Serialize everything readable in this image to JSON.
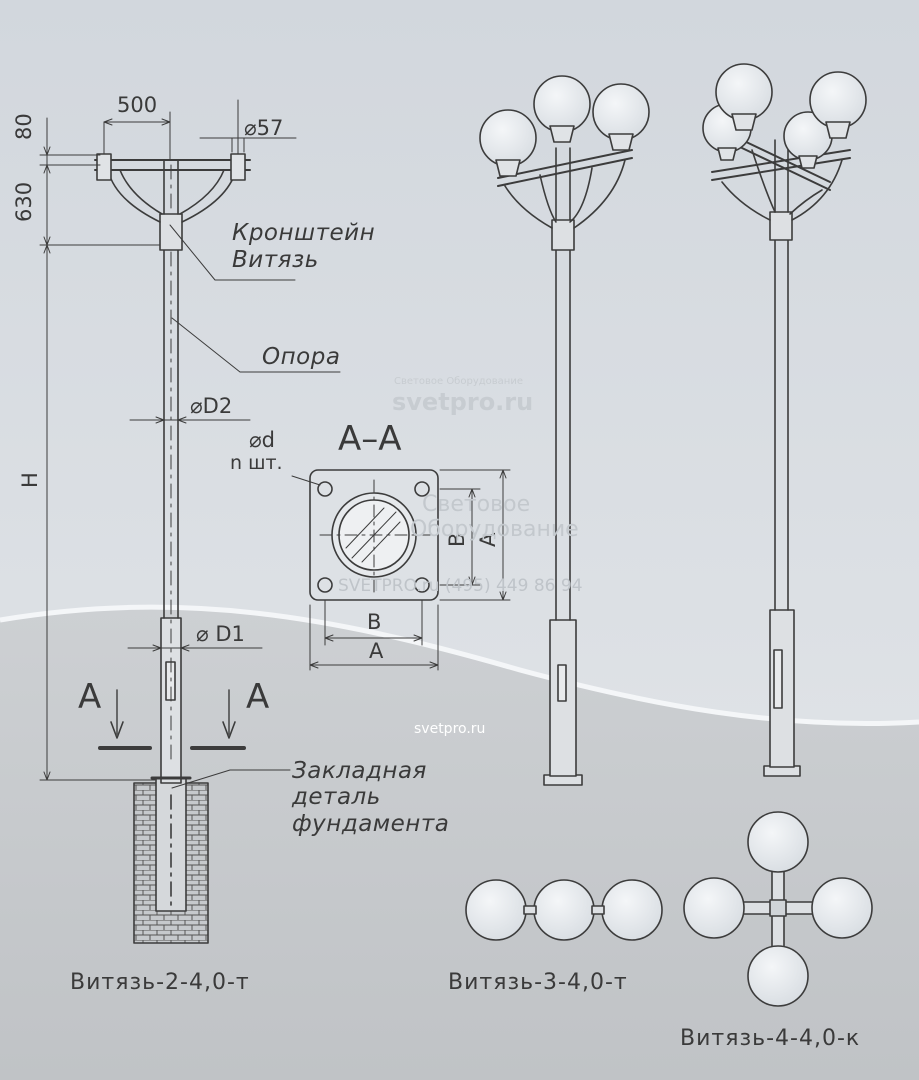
{
  "dimensions": {
    "width_500": "500",
    "height_80": "80",
    "height_630": "630",
    "dia_57": "⌀57",
    "dia_D2": "⌀D2",
    "dia_D1": "⌀ D1",
    "height_H": "H",
    "dia_d": "⌀d",
    "count_n": "n шт.",
    "dim_B_horizontal": "B",
    "dim_A_horizontal": "A",
    "dim_B_vertical": "B",
    "dim_A_vertical": "A"
  },
  "labels": {
    "bracket_line1": "Кронштейн",
    "bracket_line2": "Витязь",
    "pole": "Опора",
    "foundation_line1": "Закладная",
    "foundation_line2": "деталь",
    "foundation_line3": "фундамента",
    "section_title": "A–A",
    "section_mark_left": "A",
    "section_mark_right": "A"
  },
  "captions": {
    "model_2": "Витязь-2-4,0-т",
    "model_3": "Витязь-3-4,0-т",
    "model_4": "Витязь-4-4,0-к"
  },
  "watermarks": {
    "top_small": "Световое Оборудование",
    "top_large": "svetpro.ru",
    "mid_line1": "Световое",
    "mid_line2": "Оборудование",
    "mid_line3": "SVETPRO.ru   (495) 449 86 94",
    "bottom": "svetpro.ru"
  },
  "colors": {
    "background_top": "#d6dbe0",
    "background_bottom": "#c4c7ca",
    "line": "#3c3c3c",
    "globe_fill": "#e9edf1"
  }
}
